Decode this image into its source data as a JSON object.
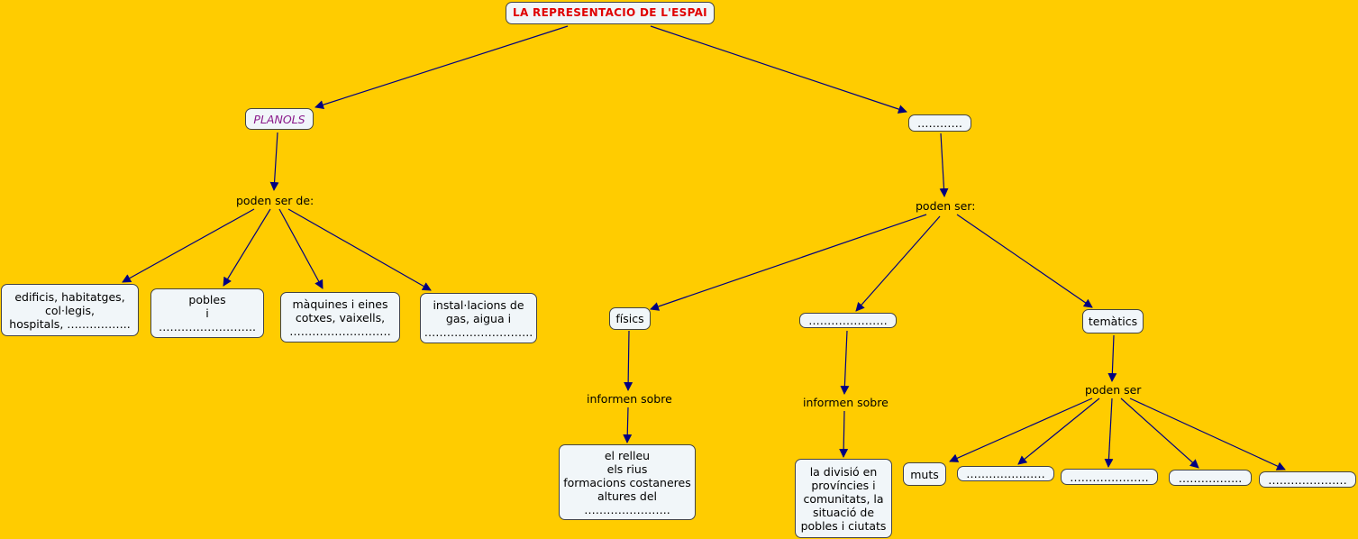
{
  "title": "LA REPRESENTACIO DE L'ESPAI",
  "planols": "PLANOLS",
  "mapes": "…………",
  "planols_link": "poden ser de:",
  "planols_types": [
    "edificis, habitatges,\ncol·legis,\nhospitals, ……………..",
    "pobles\ni\n……………………..",
    "màquines i eines\ncotxes, vaixells,\n………………………",
    "instal·lacions de\ngas, aigua i\n……………………….."
  ],
  "mapes_link": "poden ser:",
  "map_types": [
    "físics",
    "…………………",
    "temàtics"
  ],
  "inform_label": "informen sobre",
  "fisics_info": "el relleu\nels rius\nformacions costaneres\naltures del\n…………………..",
  "politics_info": "la divisió en\nprovíncies i\ncomunitats, la\nsituació de\npobles i ciutats",
  "tematics_link": "poden ser",
  "tematics_types": [
    "muts",
    "…………………",
    "…………………",
    "……………..",
    "…………………"
  ]
}
